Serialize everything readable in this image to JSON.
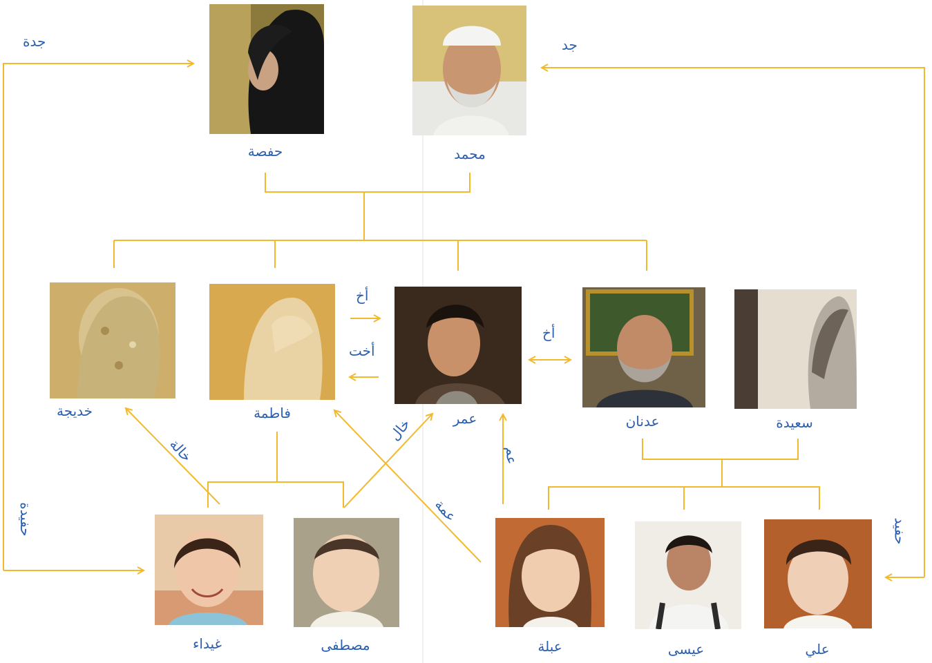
{
  "colors": {
    "line": "#f2b92c",
    "text": "#2a5fb0"
  },
  "people": {
    "hafsa": "حفصة",
    "mohammed": "محمد",
    "khadija": "خديجة",
    "fatima": "فاطمة",
    "omar": "عمر",
    "adnan": "عدنان",
    "saida": "سعيدة",
    "ghaida": "غيداء",
    "mustafa": "مصطفى",
    "abla": "عبلة",
    "issa": "عيسى",
    "ali": "علي"
  },
  "relations": {
    "grandmother": "جدة",
    "grandfather": "جد",
    "brother_1": "أخ",
    "sister": "أخت",
    "brother_2": "أخ",
    "maternal_aunt": "خالة",
    "maternal_uncle": "خال",
    "paternal_aunt": "عمة",
    "paternal_uncle": "عم",
    "granddaughter": "حفيدة",
    "grandson": "حفيد"
  },
  "photos": {
    "hafsa": "woman-black-hijab-side-photo",
    "mohammed": "elderly-man-white-cap-photo",
    "khadija": "woman-sequined-scarf-back-photo",
    "fatima": "woman-beige-hijab-back-photo",
    "omar": "young-man-dark-hair-photo",
    "adnan": "bearded-man-photo",
    "saida": "woman-striped-hijab-photo",
    "ghaida": "smiling-girl-photo",
    "mustafa": "baby-boy-photo",
    "abla": "girl-long-hair-photo",
    "issa": "teen-boy-photo",
    "ali": "young-boy-curly-hair-photo"
  }
}
